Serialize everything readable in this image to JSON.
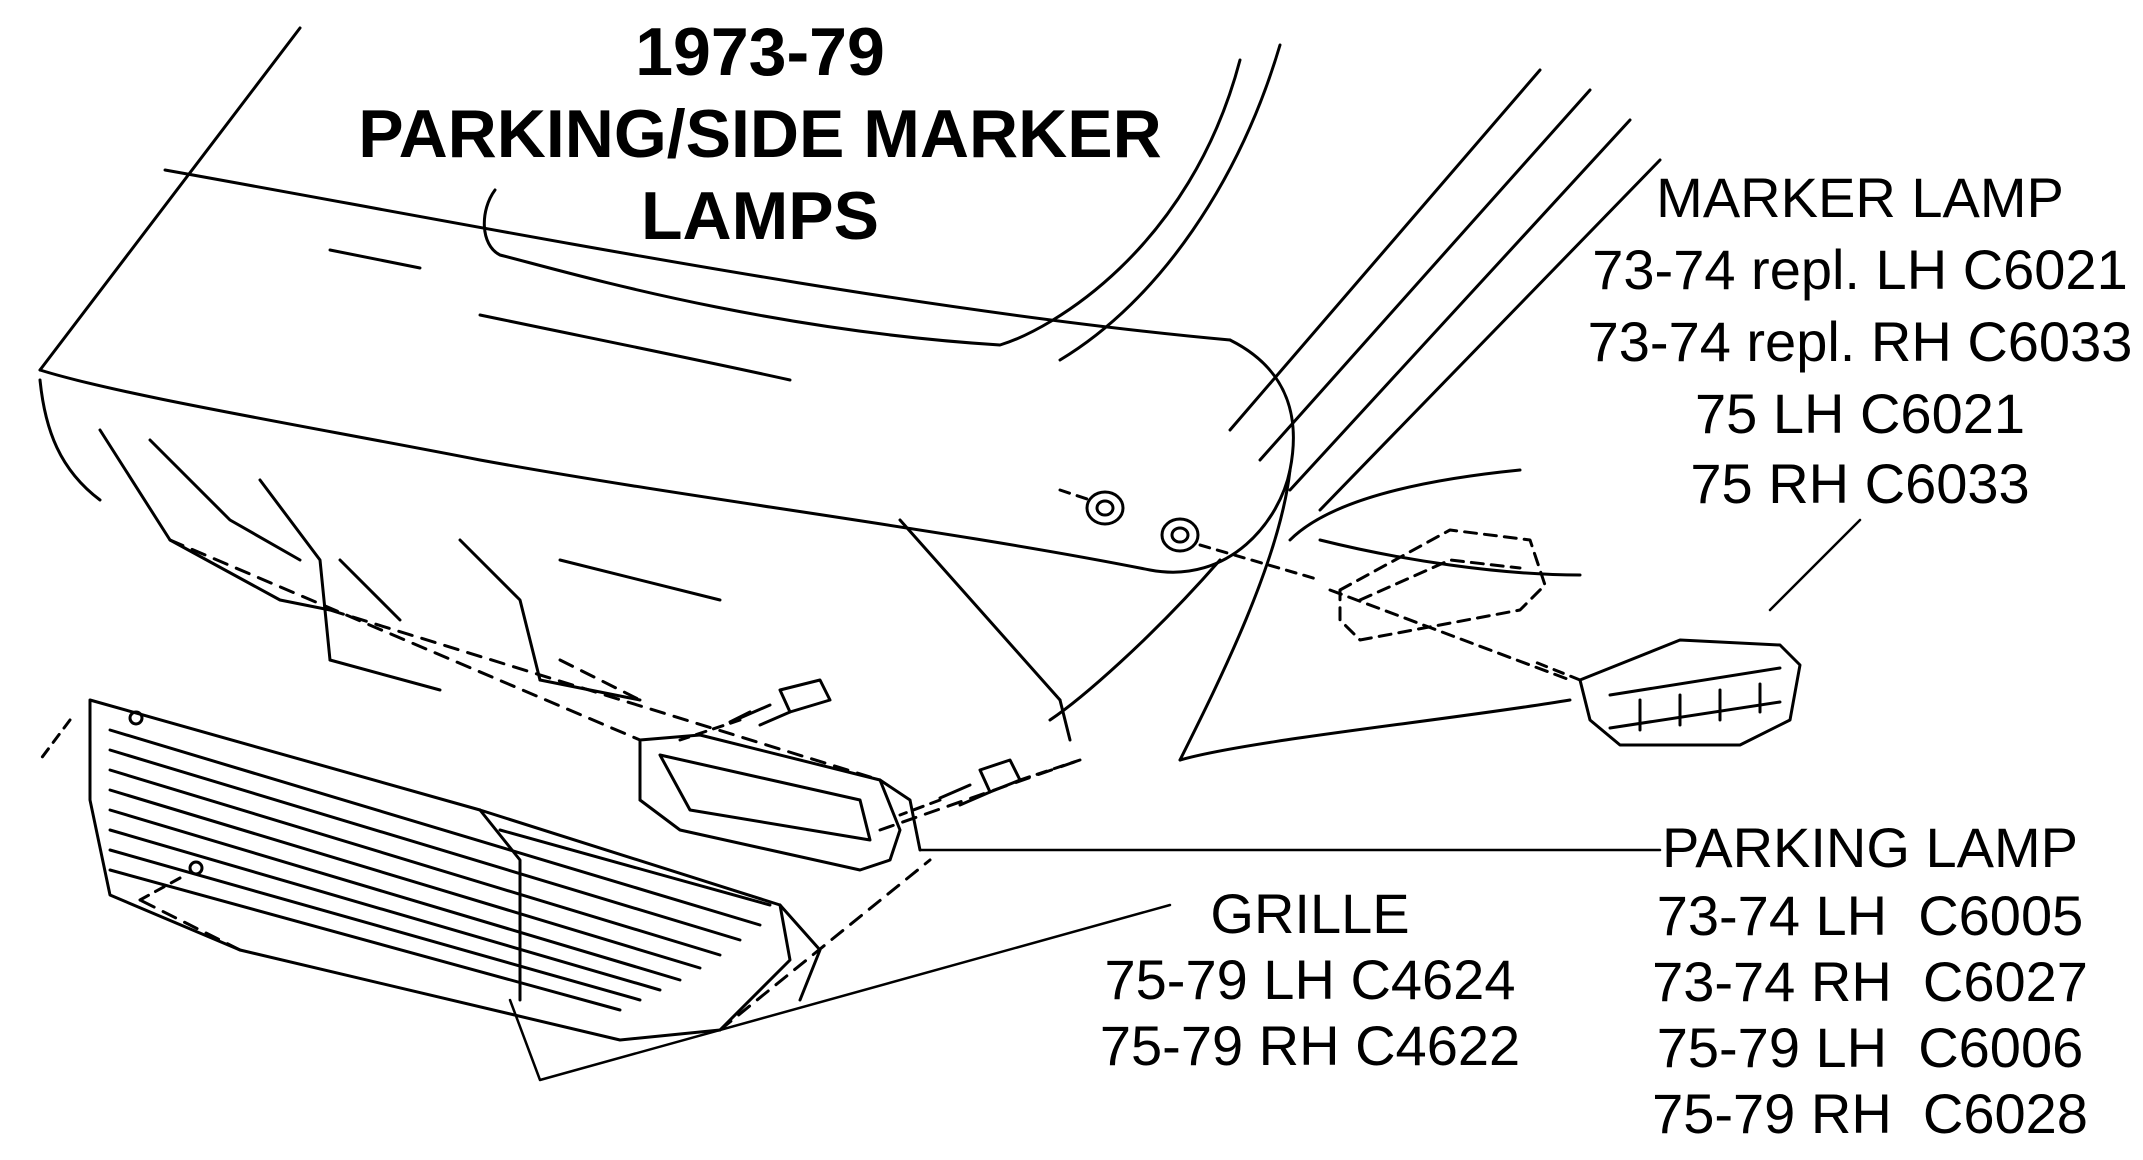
{
  "title": [
    "1973-79",
    "PARKING/SIDE MARKER",
    "LAMPS"
  ],
  "marker_lamp": {
    "heading": "MARKER LAMP",
    "lines": [
      "73-74 repl. LH C6021",
      "73-74 repl. RH C6033",
      "75 LH C6021",
      "75 RH C6033"
    ]
  },
  "parking_lamp": {
    "heading": "PARKING LAMP",
    "lines": [
      "73-74 LH  C6005",
      "73-74 RH  C6027",
      "75-79 LH  C6006",
      "75-79 RH  C6028"
    ]
  },
  "grille": {
    "heading": "GRILLE",
    "lines": [
      "75-79 LH C4624",
      "75-79 RH C4622"
    ]
  },
  "colors": {
    "ink": "#000000",
    "paper": "#ffffff"
  }
}
